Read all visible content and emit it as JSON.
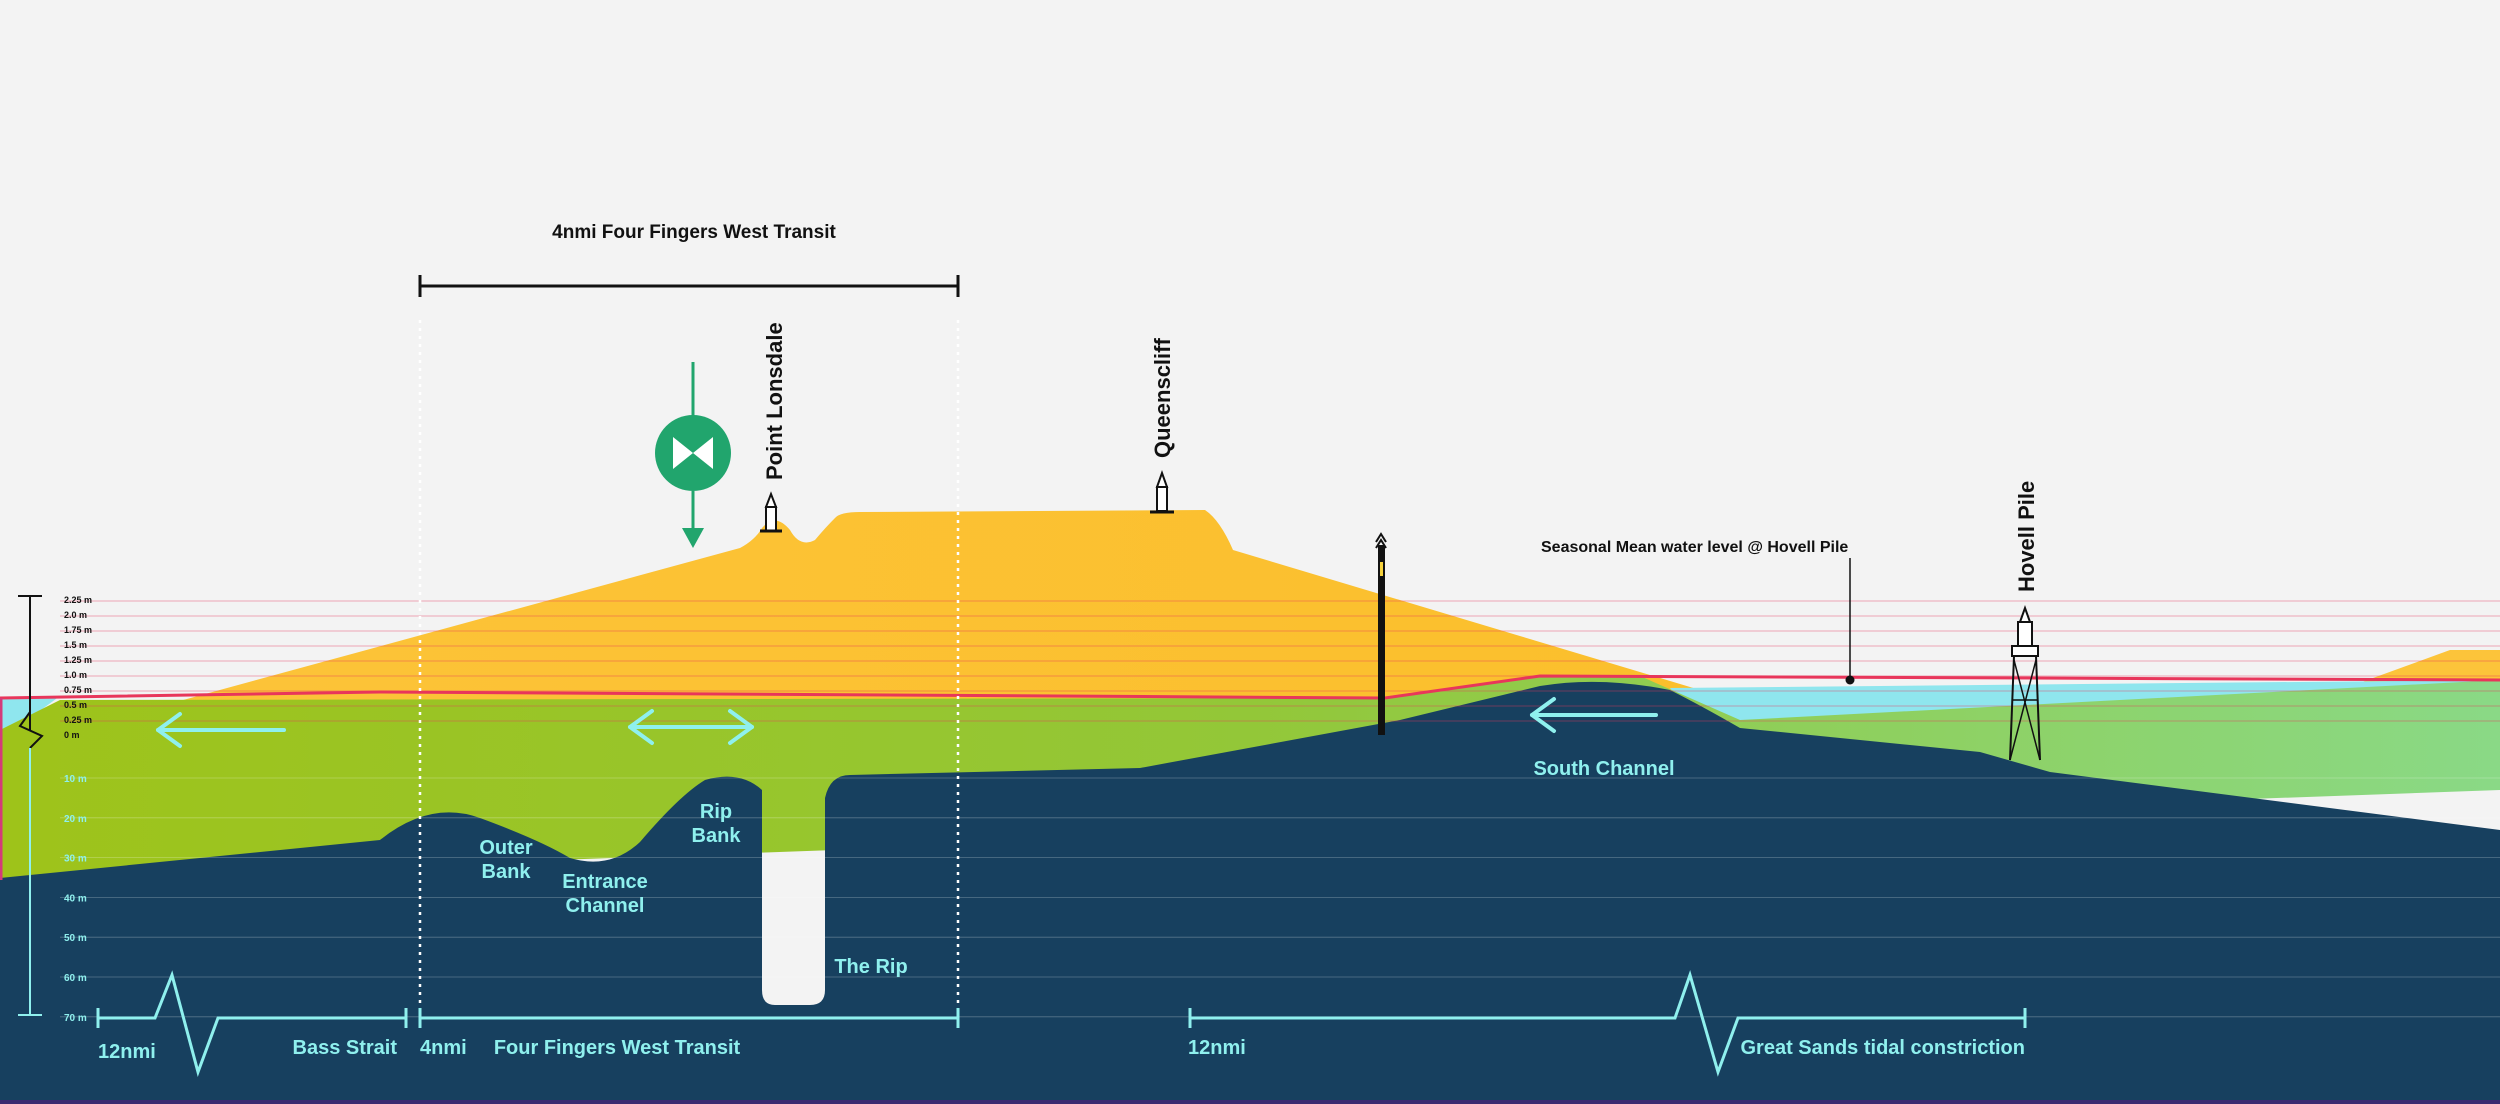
{
  "title": "4nmi Four Fingers West Transit",
  "landmarks": {
    "point_lonsdale": "Point Lonsdale",
    "queenscliff": "Queenscliff",
    "hovell_pile": "Hovell Pile"
  },
  "water_level_note": "Seasonal Mean water level @ Hovell Pile",
  "features": {
    "outer_bank": [
      "Outer",
      "Bank"
    ],
    "entrance_channel": [
      "Entrance",
      "Channel"
    ],
    "rip_bank": [
      "Rip",
      "Bank"
    ],
    "the_rip": "The Rip",
    "south_channel": "South Channel"
  },
  "tide_scale": [
    "2.25 m",
    "2.0 m",
    "1.75 m",
    "1.5 m",
    "1.25 m",
    "1.0 m",
    "0.75 m",
    "0.5 m",
    "0.25 m",
    "0 m"
  ],
  "depth_scale": [
    "10 m",
    "20 m",
    "30 m",
    "40 m",
    "50 m",
    "60 m",
    "70 m"
  ],
  "bottom_labels": {
    "left_distance": "12nmi",
    "bass_strait": "Bass Strait",
    "transit_distance": "4nmi",
    "transit_name": "Four Fingers West Transit",
    "right_distance": "12nmi",
    "great_sands": "Great Sands tidal constriction"
  },
  "colors": {
    "background": "#f3f3f3",
    "sand": "#fcc43a",
    "green_water": "#9bc71d",
    "deep_water": "#17405f",
    "shallow_water": "#8fe6ee",
    "water_level_line": "#e8365b",
    "label_cyan": "#8ff0ee",
    "marker_green": "#21a56d"
  }
}
